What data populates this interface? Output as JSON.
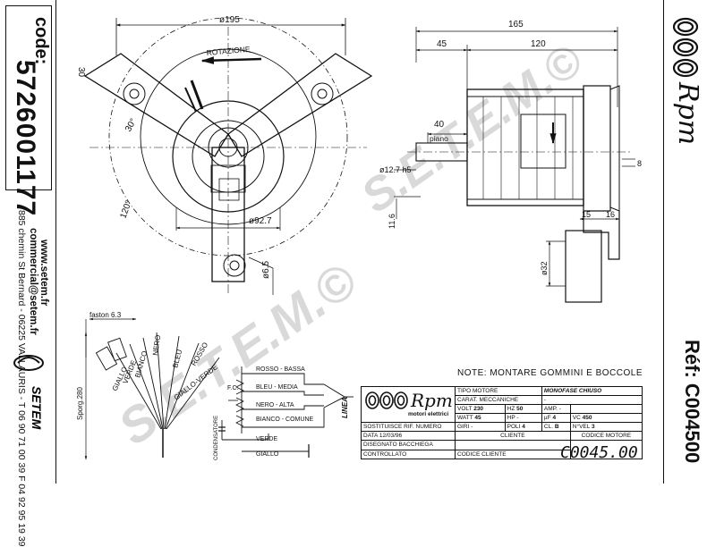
{
  "sidebar": {
    "code_label": "code:",
    "code_value": "5726001177",
    "website": "www.setem.fr",
    "email": "commercial@setem.fr",
    "address": "885 chemin St Bernard  -  06225 VALLAURIS  -  T 06 90 71 00 39  F 04 92 95 19 39",
    "logo_text": "SETEM"
  },
  "brand": {
    "name": "Rpm",
    "subtitle": "motori elettrici",
    "ref": "Réf: C004500"
  },
  "drawing": {
    "rotation_label": "ROTAZIONE",
    "dim_195": "ø195",
    "dim_30": "30",
    "angle_30": "30°",
    "angle_120": "120°",
    "dim_92_7": "ø92.7",
    "dim_6_5": "ø6.5",
    "dim_165": "165",
    "dim_45": "45",
    "dim_120": "120",
    "dim_40": "40",
    "piano": "piano",
    "dim_12_7": "ø12.7 h5",
    "dim_8": "8",
    "dim_11_6": "11.6",
    "dim_15": "15",
    "dim_16": "16",
    "dim_32": "ø32",
    "watermark": "S.E.T.E.M.©"
  },
  "wiring": {
    "faston": "faston 6.3",
    "sporg": "Sporg.280",
    "wire_labels": [
      "GIALLO",
      "VERDE",
      "BIANCO",
      "NERO",
      "BLEU",
      "ROSSO",
      "GIALLO-VERDE"
    ],
    "rosso": "ROSSO - BASSA",
    "bleu": "BLEU - MEDIA",
    "nero": "NERO - ALTA",
    "bianco": "BIANCO - COMUNE",
    "verde": "VERDE",
    "giallo": "GIALLO",
    "linea": "LINEA",
    "fc": "F.C.",
    "capacitor": "CONDENSATORE"
  },
  "note": "NOTE: MONTARE GOMMINI E BOCCOLE",
  "title_block": {
    "tipo_label": "TIPO MOTORE",
    "tipo_value": "MONOFASE CHIUSO",
    "carat": "CARAT. MECCANICHE",
    "carat_value": "-",
    "volt_label": "VOLT",
    "volt": "230",
    "hz_label": "HZ",
    "hz": "50",
    "amp_label": "AMP.",
    "amp": "-",
    "watt_label": "WATT",
    "watt": "45",
    "hp_label": "HP",
    "hp": "-",
    "uf_label": "µF",
    "uf": "4",
    "vc_label": "VC",
    "vc": "450",
    "giri_label": "GIRI",
    "giri": "-",
    "poli_label": "POLI",
    "poli": "4",
    "cl_label": "CL.",
    "cl": "B",
    "vel_label": "N°VEL",
    "vel": "3",
    "sostituisce": "SOSTITUISCE RIF. NUMERO",
    "cliente_label": "CLIENTE",
    "codice_motore_label": "CODICE MOTORE",
    "data_label": "DATA",
    "data": "12/03/96",
    "disegnato": "DISEGNATO BACCHIEGA",
    "controllato": "CONTROLLATO",
    "codice_cliente": "CODICE CLIENTE",
    "motor_code": "C0045.00"
  }
}
